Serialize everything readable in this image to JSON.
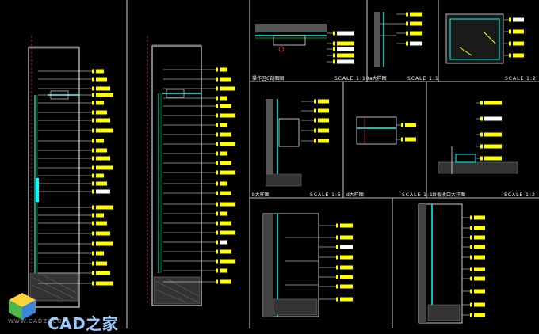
{
  "colors": {
    "background": "#000000",
    "frame": "#ffffff",
    "annotation": "#ffff00",
    "detail_cyan": "#00ffff",
    "detail_green": "#00a000",
    "detail_red": "#ff3030",
    "wall_gray": "#7a7a7a"
  },
  "views": [
    {
      "id": "section-c",
      "title": "操作区C剖面图",
      "scale": "SCALE 1:10"
    },
    {
      "id": "detail-a",
      "title": "a大样图",
      "scale": "SCALE 1:1"
    },
    {
      "id": "detail-top-right",
      "title": "",
      "scale": "SCALE 1:2"
    },
    {
      "id": "detail-b",
      "title": "b大样图",
      "scale": "SCALE 1:5"
    },
    {
      "id": "detail-d",
      "title": "d大样图",
      "scale": "SCALE 1:1"
    },
    {
      "id": "detail-edge",
      "title": "台板收口大样图",
      "scale": "SCALE 1:2"
    }
  ],
  "watermark": {
    "brand": "CAD之家",
    "url": "WWW.CADZJ.COM",
    "icon": "cube-logo-icon"
  }
}
